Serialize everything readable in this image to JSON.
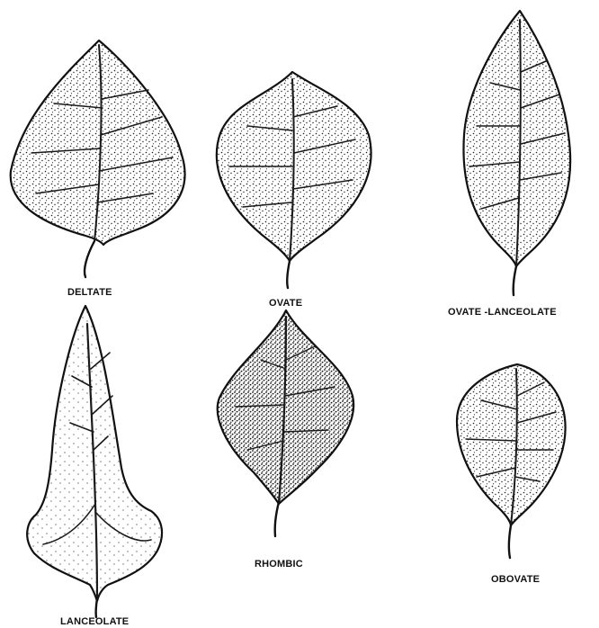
{
  "leaves": [
    {
      "label": "DELTATE",
      "icon": "deltate-leaf-icon"
    },
    {
      "label": "OVATE",
      "icon": "ovate-leaf-icon"
    },
    {
      "label": "OVATE -LANCEOLATE",
      "icon": "ovate-lanceolate-leaf-icon"
    },
    {
      "label": "LANCEOLATE",
      "icon": "lanceolate-leaf-icon"
    },
    {
      "label": "RHOMBIC",
      "icon": "rhombic-leaf-icon"
    },
    {
      "label": "OBOVATE",
      "icon": "obovate-leaf-icon"
    }
  ],
  "colors": {
    "ink": "#111111",
    "paper": "#ffffff"
  }
}
